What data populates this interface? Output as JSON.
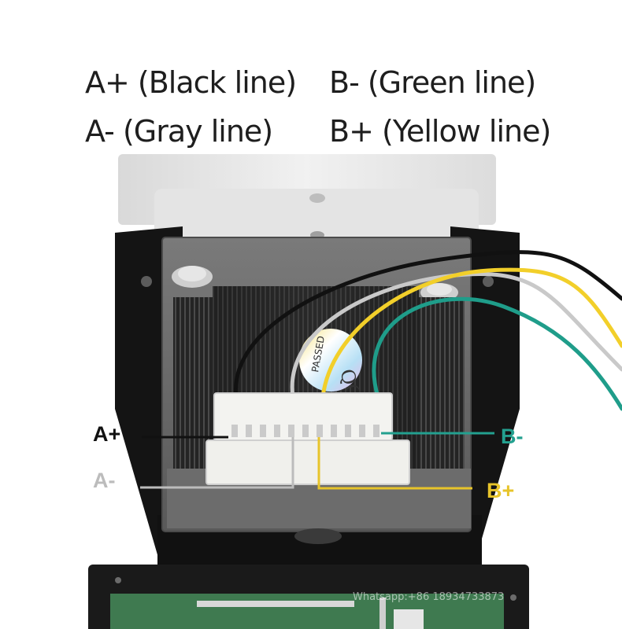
{
  "legend": {
    "a_plus": "A+ (Black line)",
    "b_minus": "B- (Green line)",
    "a_minus": "A- (Gray line)",
    "b_plus": "B+ (Yellow line)"
  },
  "pin_labels": {
    "a_plus": "A+",
    "a_minus": "A-",
    "b_minus": "B-",
    "b_plus": "B+"
  },
  "sticker": {
    "line1": "QC",
    "line2": "PASSED"
  },
  "watermark": "Whatsapp:+86 18934733873",
  "colors": {
    "black_wire": "#111111",
    "gray_wire": "#b9b9b9",
    "green_wire": "#1f9d8a",
    "yellow_wire": "#f2cf2a",
    "label_black": "#111111",
    "label_gray": "#bcbcbc",
    "label_green": "#23a08f",
    "label_yellow": "#e7c42a"
  }
}
